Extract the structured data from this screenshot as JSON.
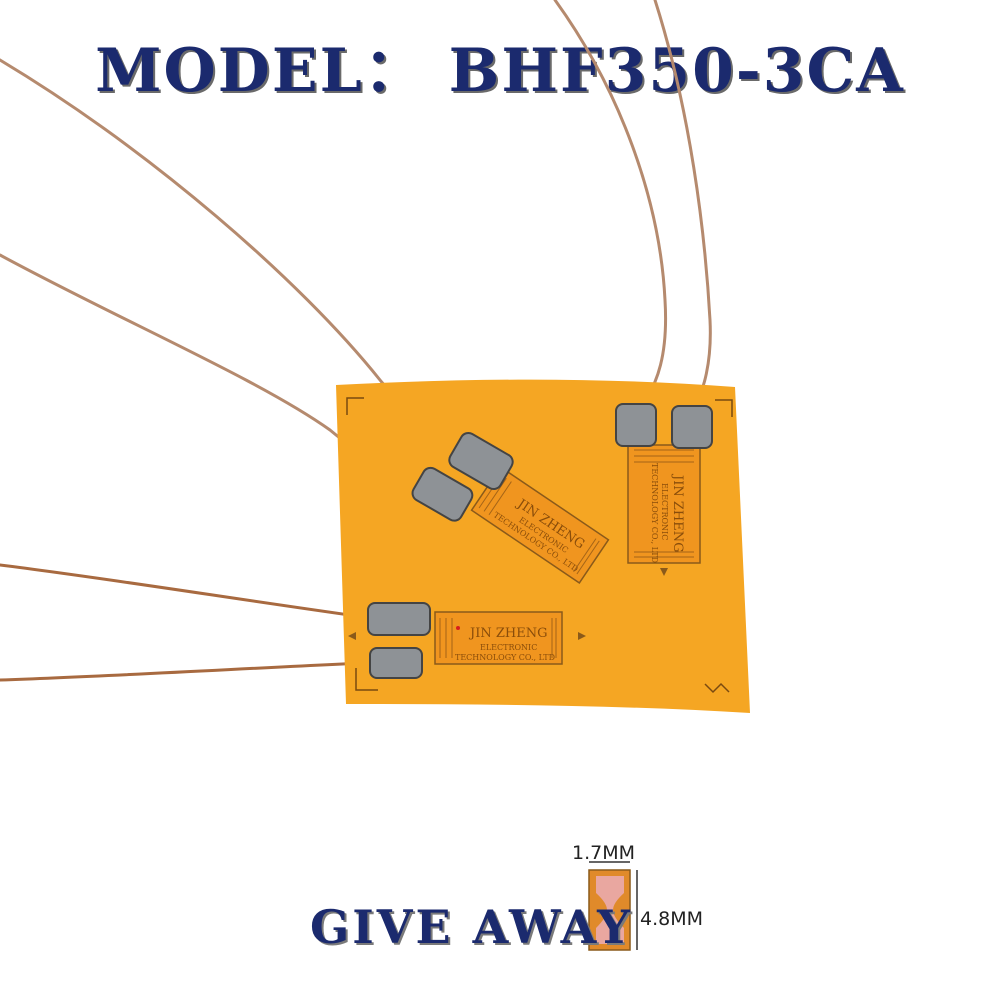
{
  "title": "MODEL： BHF350-3CA",
  "gauges": [
    {
      "line1": "JIN ZHENG",
      "line2": "ELECTRONIC",
      "line3": "TECHNOLOGY CO., LTD"
    },
    {
      "line1": "JIN ZHENG",
      "line2": "ELECTRONIC",
      "line3": "TECHNOLOGY CO., LTD"
    },
    {
      "line1": "JIN ZHENG",
      "line2": "ELECTRONIC",
      "line3": "TECHNOLOGY CO., LTD"
    }
  ],
  "gift": {
    "label": "GIVE AWAY",
    "width_label": "1.7MM",
    "height_label": "4.8MM"
  },
  "colors": {
    "substrate": "#f5a623",
    "title": "#1b2a6e",
    "wire": "#b07a55",
    "solder": "#8e9296"
  }
}
